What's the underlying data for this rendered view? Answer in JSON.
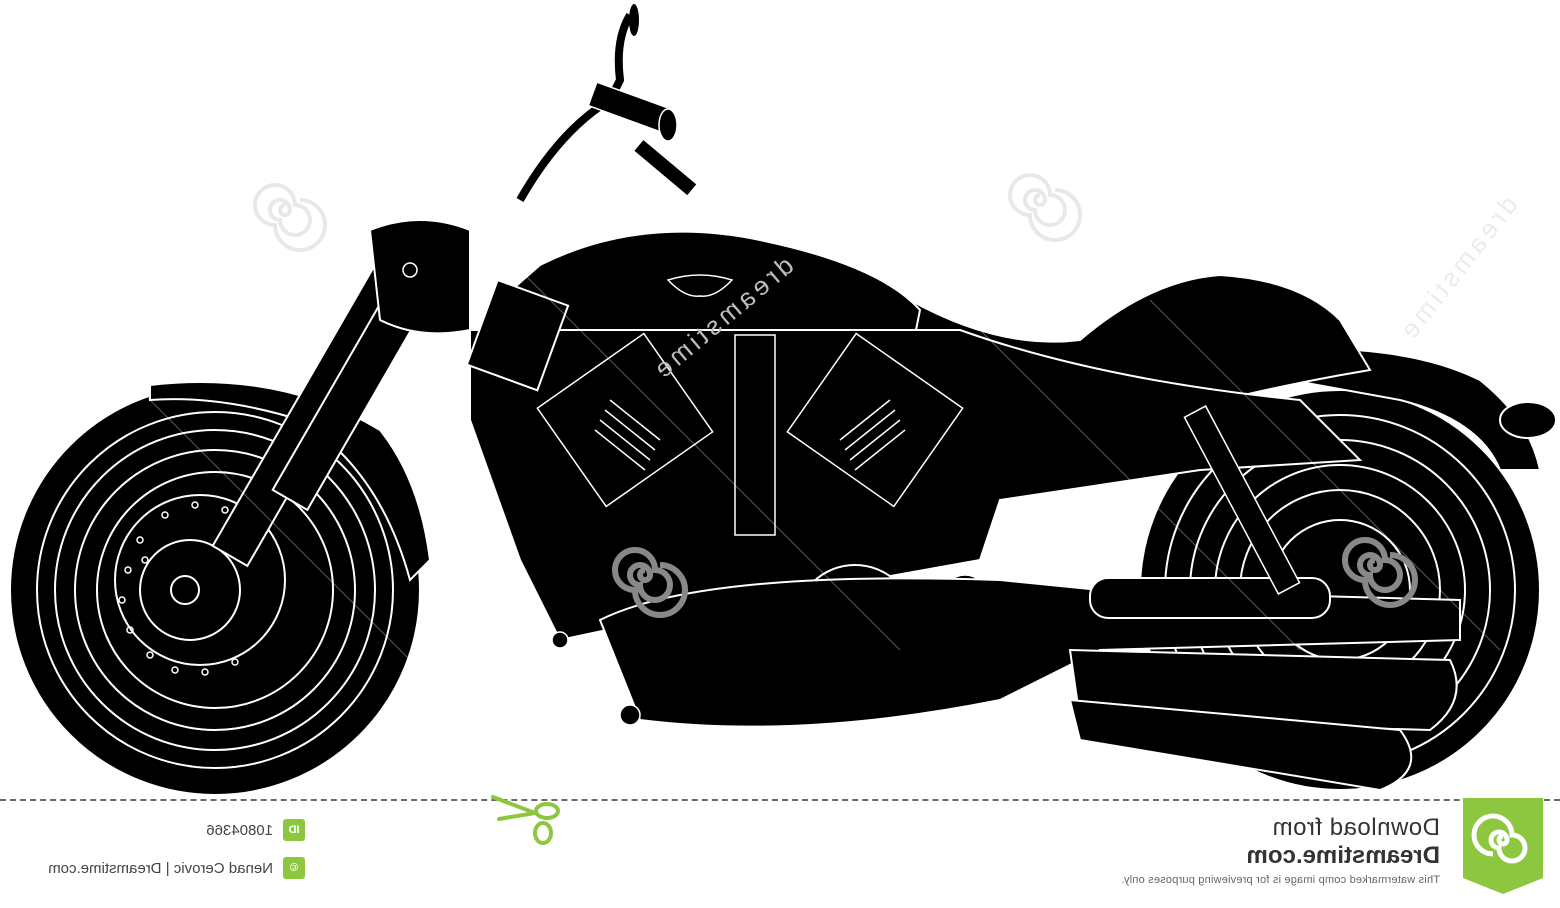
{
  "image": {
    "subject": "Black vector illustration of a cruiser motorcycle (V-twin engine) with white outline details",
    "mirrored": true,
    "background": "#ffffff",
    "ink": "#000000",
    "outline": "#ffffff"
  },
  "watermark": {
    "text": "dreamstime",
    "icon": "spiral-icon",
    "color": "#e6e6e6"
  },
  "footer": {
    "download_line1": "Download from",
    "download_line2": "Dreamstime.com",
    "disclaimer": "This watermarked comp image is for previewing purposes only.",
    "id_label": "ID",
    "id_value": "10804366",
    "credit": "Nenad Cerovic | Dreamstime.com",
    "accent_color": "#8dc63f"
  }
}
